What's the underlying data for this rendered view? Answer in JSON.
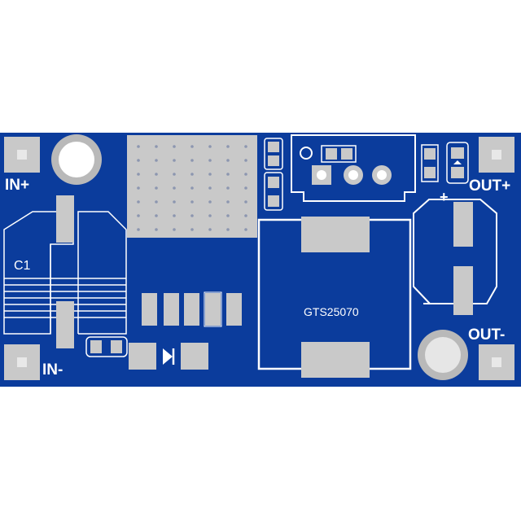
{
  "board": {
    "colors": {
      "substrate": "#0b3c9c",
      "pad": "#c9c9c9",
      "silkscreen": "#ffffff",
      "hole": "#e6e6e6"
    }
  },
  "labels": {
    "in_plus": "IN+",
    "in_minus": "IN-",
    "out_plus": "OUT+",
    "out_minus": "OUT-",
    "cap_c1": "C1",
    "inductor": "GTS25070",
    "cap_polarity": "+"
  },
  "icons": {
    "diode": "diode-icon",
    "mounting_hole": "mounting-hole-icon",
    "pad": "pad-icon"
  }
}
